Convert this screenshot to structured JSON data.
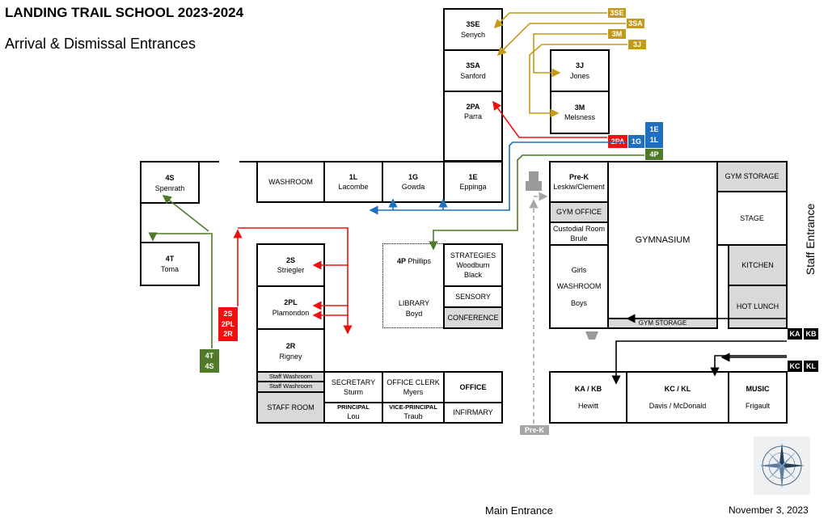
{
  "header": {
    "title": "LANDING TRAIL SCHOOL 2023-2024",
    "subtitle": "Arrival & Dismissal Entrances"
  },
  "rooms": {
    "r3se": {
      "code": "3SE",
      "name": "Senych"
    },
    "r3sa": {
      "code": "3SA",
      "name": "Sanford"
    },
    "r2pa": {
      "code": "2PA",
      "name": "Parra"
    },
    "r3j": {
      "code": "3J",
      "name": "Jones"
    },
    "r3m": {
      "code": "3M",
      "name": "Melsness"
    },
    "r4s": {
      "code": "4S",
      "name": "Spenrath"
    },
    "r4t": {
      "code": "4T",
      "name": "Toma"
    },
    "washroom": {
      "name": "WASHROOM"
    },
    "r1l": {
      "code": "1L",
      "name": "Lacombe"
    },
    "r1g": {
      "code": "1G",
      "name": "Gowda"
    },
    "r1e": {
      "code": "1E",
      "name": "Eppinga"
    },
    "prek": {
      "code": "Pre-K",
      "name": "Leskiw/Clement"
    },
    "gym_office": {
      "name": "GYM OFFICE"
    },
    "custodial": {
      "name": "Custodial Room",
      "sub": "Brule"
    },
    "washroom2": {
      "line1": "Girls",
      "line2": "WASHROOM",
      "line3": "Boys"
    },
    "gymnasium": {
      "name": "GYMNASIUM"
    },
    "gym_storage_top": {
      "name": "GYM STORAGE"
    },
    "stage": {
      "name": "STAGE"
    },
    "kitchen": {
      "name": "KITCHEN"
    },
    "hot_lunch": {
      "name": "HOT LUNCH"
    },
    "gym_storage_bottom": {
      "name": "GYM STORAGE"
    },
    "r2s": {
      "code": "2S",
      "name": "Striegler"
    },
    "r2pl": {
      "code": "2PL",
      "name": "Plamondon"
    },
    "r2r": {
      "code": "2R",
      "name": "Rigney"
    },
    "r4p": {
      "code": "4P",
      "name": "Phillips"
    },
    "library": {
      "name": "LIBRARY",
      "sub": "Boyd"
    },
    "strategies": {
      "name": "STRATEGIES",
      "line2": "Woodburn",
      "line3": "Black"
    },
    "sensory": {
      "name": "SENSORY"
    },
    "conference": {
      "name": "CONFERENCE"
    },
    "staff_washroom_1": {
      "name": "Staff Washroom"
    },
    "staff_washroom_2": {
      "name": "Staff Washroom"
    },
    "staff_room": {
      "name": "STAFF ROOM"
    },
    "secretary": {
      "name": "SECRETARY",
      "sub": "Sturm"
    },
    "office_clerk": {
      "name": "OFFICE CLERK",
      "sub": "Myers"
    },
    "office": {
      "name": "OFFICE"
    },
    "principal": {
      "name": "PRINCIPAL",
      "sub": "Lou"
    },
    "vice_principal": {
      "name": "VICE-PRINCIPAL",
      "sub": "Traub"
    },
    "infirmary": {
      "name": "INFIRMARY"
    },
    "kakb": {
      "code": "KA / KB",
      "name": "Hewitt"
    },
    "kckl": {
      "code": "KC / KL",
      "name": "Davis / McDonald"
    },
    "music": {
      "code": "MUSIC",
      "name": "Frigault"
    }
  },
  "tags": {
    "t3se": "3SE",
    "t3sa": "3SA",
    "t3m": "3M",
    "t3j": "3J",
    "t2pa": "2PA",
    "t1g": "1G",
    "t1e": "1E",
    "t1l": "1L",
    "t4p": "4P",
    "t2s": "2S",
    "t2pl": "2PL",
    "t2r": "2R",
    "t4t": "4T",
    "t4s": "4S",
    "tprek": "Pre-K",
    "tka": "KA",
    "tkb": "KB",
    "tkc": "KC",
    "tkl": "KL"
  },
  "colors": {
    "gold": "#c49a1a",
    "red": "#ee1111",
    "blue": "#1f6fbf",
    "green": "#4f7a28",
    "grey": "#a6a6a6"
  },
  "footer": {
    "main_entrance": "Main Entrance",
    "date": "November 3, 2023",
    "staff_entrance": "Staff Entrance"
  },
  "icons": {
    "compass": "compass-rose-icon"
  }
}
